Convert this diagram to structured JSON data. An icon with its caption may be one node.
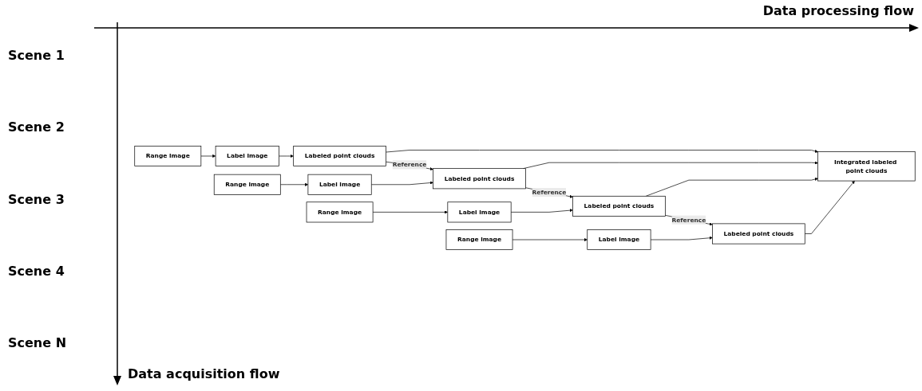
{
  "diagram": {
    "nodes": [
      {
        "text": [
          "Integrated labeled point clouds"
        ]
      },
      {
        "text": [
          "Range image"
        ]
      },
      {
        "text": [
          "Label image"
        ]
      },
      {
        "text": [
          "Labeled point clouds"
        ]
      },
      {
        "text": [
          "Range image"
        ]
      },
      {
        "text": [
          "Label image"
        ]
      },
      {
        "text": [
          "Labeled point clouds"
        ]
      },
      {
        "text": [
          "Range image"
        ]
      },
      {
        "text": [
          "Label image"
        ]
      },
      {
        "text": [
          "Labeled point clouds"
        ]
      },
      {
        "text": [
          "Range image"
        ]
      },
      {
        "text": [
          "Label image"
        ]
      },
      {
        "text": [
          "Labeled point clouds"
        ]
      }
    ],
    "edges": [
      {
        "from": 1,
        "to": 2,
        "arrow": "to"
      },
      {
        "from": 2,
        "to": 3,
        "arrow": "to"
      },
      {
        "from": 3,
        "to": 0,
        "arrow": "to"
      },
      {
        "from": 3,
        "to": 6,
        "arrow": "to",
        "label": "Reference"
      },
      {
        "from": 4,
        "to": 5,
        "arrow": "to"
      },
      {
        "from": 5,
        "to": 6,
        "arrow": "to"
      },
      {
        "from": 6,
        "to": 0,
        "arrow": "to"
      },
      {
        "from": 6,
        "to": 9,
        "arrow": "to",
        "label": "Reference"
      },
      {
        "from": 7,
        "to": 8,
        "arrow": "to"
      },
      {
        "from": 8,
        "to": 9,
        "arrow": "to"
      },
      {
        "from": 9,
        "to": 0,
        "arrow": "to"
      },
      {
        "from": 9,
        "to": 12,
        "arrow": "to",
        "label": "Reference"
      },
      {
        "from": 10,
        "to": 11,
        "arrow": "to"
      },
      {
        "from": 11,
        "to": 12,
        "arrow": "to"
      },
      {
        "from": 12,
        "to": 0,
        "arrow": "to"
      }
    ],
    "labels": [
      "Data processing flow",
      "Scene 1",
      "Scene 2",
      "Scene 3",
      "Scene 4",
      "Scene N",
      "Data acquisition flow"
    ]
  }
}
